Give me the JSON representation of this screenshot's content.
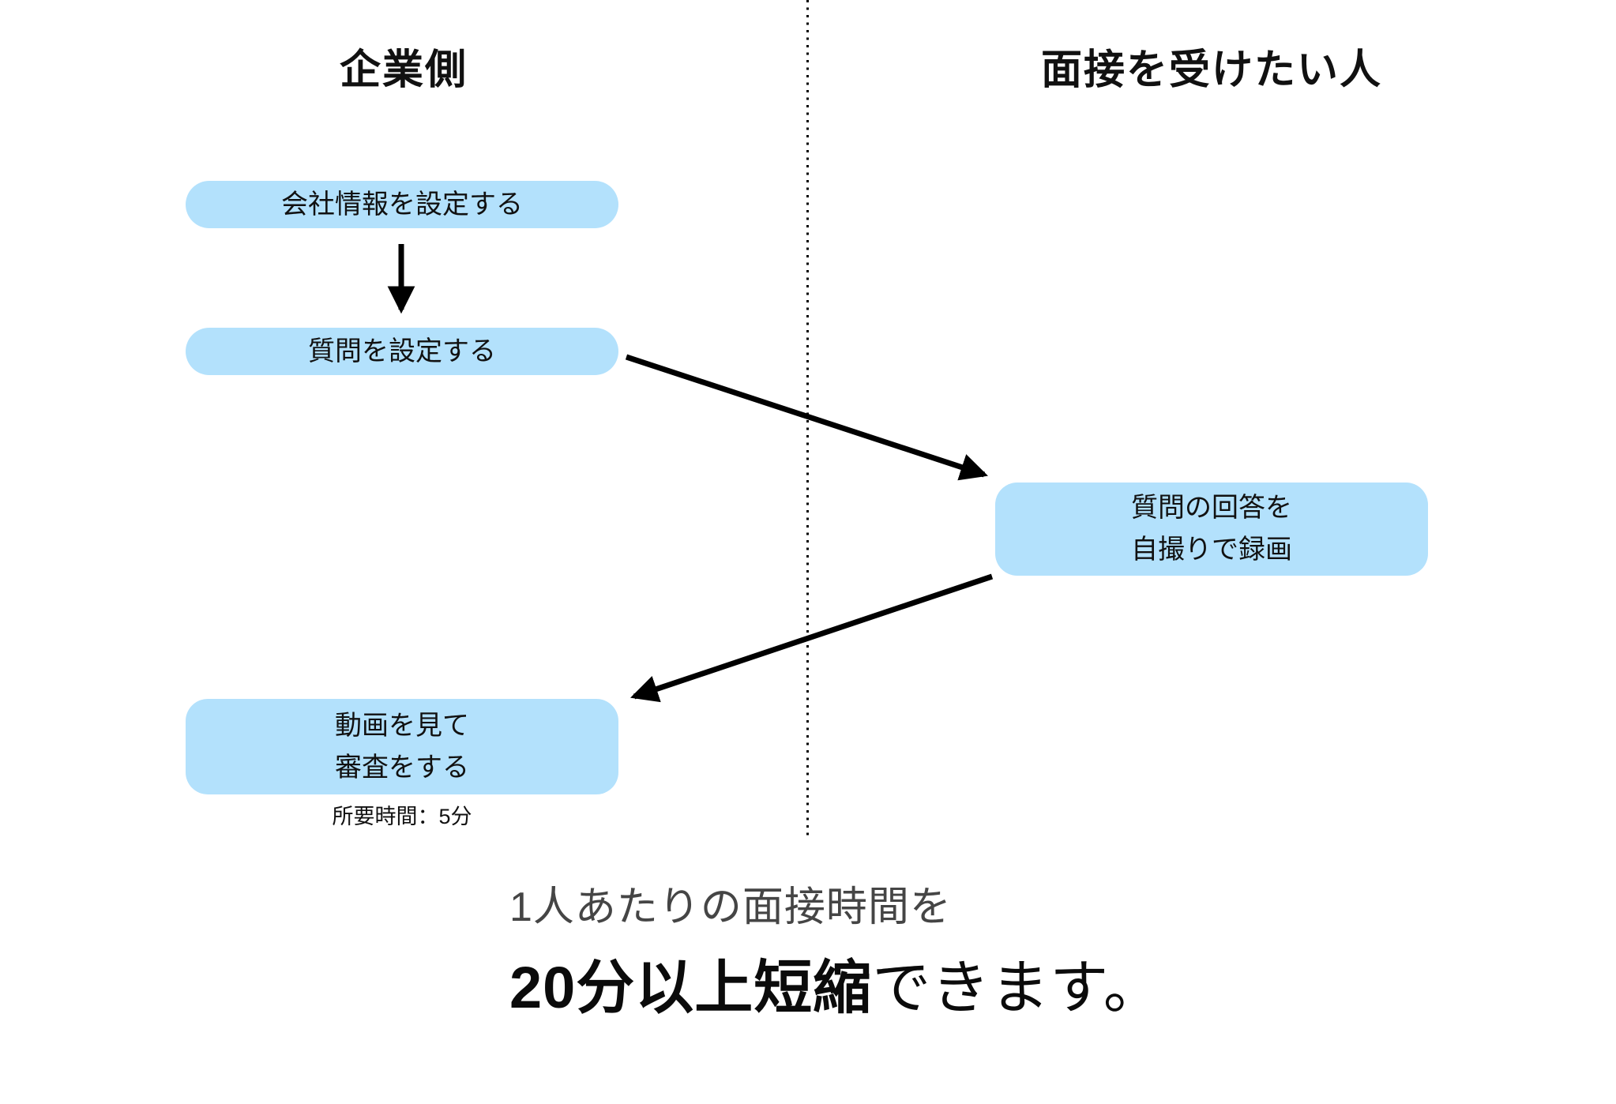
{
  "colors": {
    "background": "#ffffff",
    "node_fill": "#b3e1fc",
    "arrow": "#000000",
    "footer_gray": "#454545"
  },
  "headers": {
    "left": "企業側",
    "right": "面接を受けたい人"
  },
  "flow": {
    "company_steps": {
      "set_company_info": "会社情報を設定する",
      "set_questions": "質問を設定する",
      "review_line1": "動画を見て",
      "review_line2": "審査をする",
      "review_note": "所要時間：5分"
    },
    "applicant_steps": {
      "record_line1": "質問の回答を",
      "record_line2": "自撮りで録画"
    }
  },
  "footer": {
    "line1": "1人あたりの面接時間を",
    "line2_bold": "20分以上短縮",
    "line2_rest": "できます。"
  }
}
